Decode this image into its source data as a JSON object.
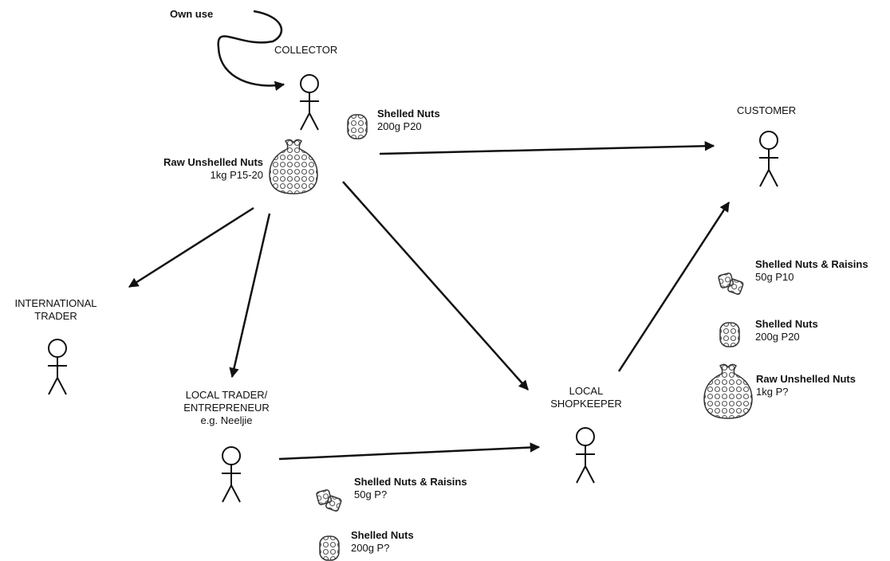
{
  "actors": {
    "collector": "COLLECTOR",
    "customer": "CUSTOMER",
    "international_line1": "INTERNATIONAL",
    "international_line2": "TRADER",
    "local_trader_line1": "LOCAL TRADER/",
    "local_trader_line2": "ENTREPRENEUR",
    "local_trader_line3": "e.g. Neeljie",
    "shopkeeper_line1": "LOCAL",
    "shopkeeper_line2": "SHOPKEEPER"
  },
  "own_use": "Own use",
  "products": {
    "collector_raw": {
      "name": "Raw Unshelled Nuts",
      "detail": "1kg P15-20"
    },
    "collector_shelled": {
      "name": "Shelled Nuts",
      "detail": "200g P20"
    },
    "shop_raisins": {
      "name": "Shelled Nuts & Raisins",
      "detail": "50g P10"
    },
    "shop_shelled": {
      "name": "Shelled Nuts",
      "detail": "200g P20"
    },
    "shop_raw": {
      "name": "Raw Unshelled Nuts",
      "detail": "1kg P?"
    },
    "trader_raisins": {
      "name": "Shelled Nuts & Raisins",
      "detail": "50g P?"
    },
    "trader_shelled": {
      "name": "Shelled Nuts",
      "detail": "200g P?"
    }
  },
  "colors": {
    "line": "#111111",
    "nut_fill": "#777777",
    "bag_fill": "#f4f4f4"
  }
}
